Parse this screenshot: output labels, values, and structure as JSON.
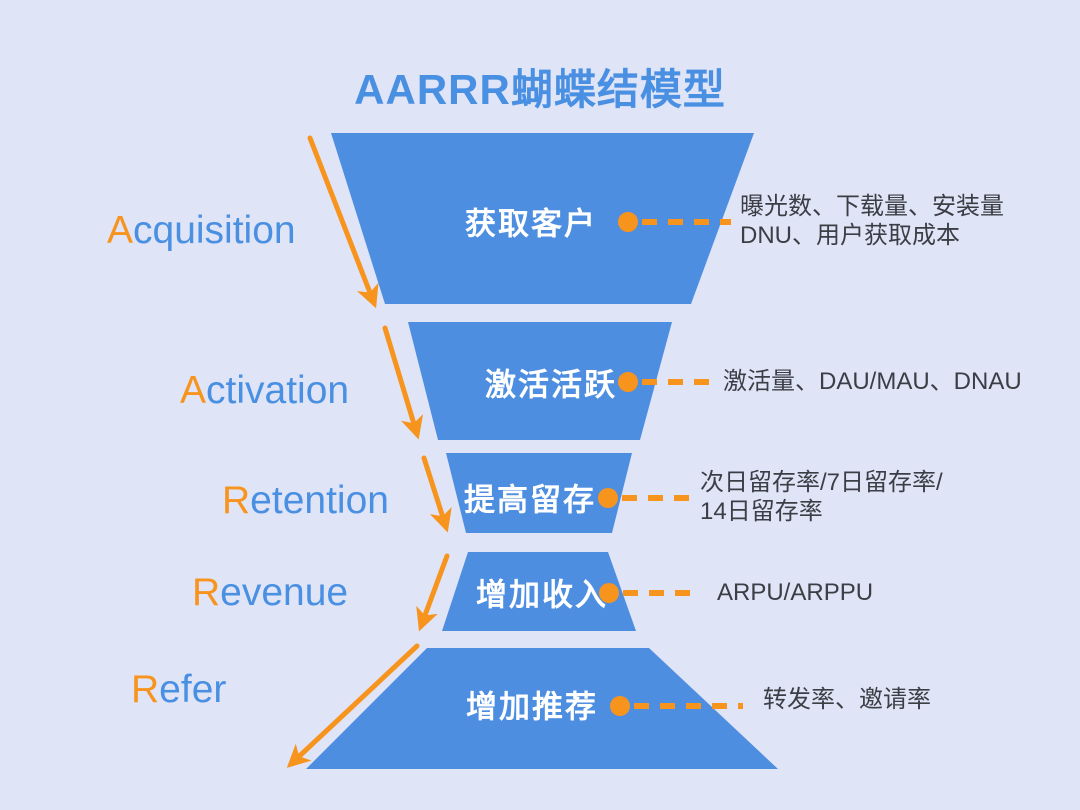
{
  "title": "AARRR蝴蝶结模型",
  "colors": {
    "background": "#E0E4F7",
    "funnel_blue": "#4E8EE0",
    "accent_orange": "#F7941E",
    "label_blue": "#4A90E2",
    "stage_text_white": "#FFFFFF",
    "metric_text": "#3B3E45"
  },
  "stages": [
    {
      "en_initial": "A",
      "en_rest": "cquisition",
      "label": "获取客户",
      "metrics": "曝光数、下载量、安装量\nDNU、用户获取成本"
    },
    {
      "en_initial": "A",
      "en_rest": "ctivation",
      "label": "激活活跃",
      "metrics": "激活量、DAU/MAU、DNAU"
    },
    {
      "en_initial": "R",
      "en_rest": "etention",
      "label": "提高留存",
      "metrics": "次日留存率/7日留存率/\n14日留存率"
    },
    {
      "en_initial": "R",
      "en_rest": "evenue",
      "label": "增加收入",
      "metrics": "ARPU/ARPPU"
    },
    {
      "en_initial": "R",
      "en_rest": "efer",
      "label": "增加推荐",
      "metrics": "转发率、邀请率"
    }
  ]
}
